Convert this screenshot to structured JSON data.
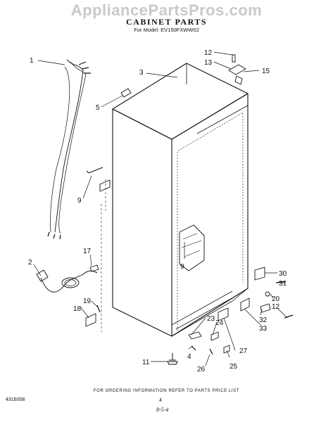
{
  "watermark": "AppliancePartsPros.com",
  "title": "CABINET PARTS",
  "subtitle": "For Model: EV150FXWW02",
  "callouts": [
    {
      "id": "c1",
      "label": "1"
    },
    {
      "id": "c2",
      "label": "2"
    },
    {
      "id": "c3",
      "label": "3"
    },
    {
      "id": "c4",
      "label": "4"
    },
    {
      "id": "c5",
      "label": "5"
    },
    {
      "id": "c9a",
      "label": "9"
    },
    {
      "id": "c9b",
      "label": "9"
    },
    {
      "id": "c11",
      "label": "11"
    },
    {
      "id": "c12a",
      "label": "12"
    },
    {
      "id": "c12b",
      "label": "12"
    },
    {
      "id": "c13",
      "label": "13"
    },
    {
      "id": "c15",
      "label": "15"
    },
    {
      "id": "c17",
      "label": "17"
    },
    {
      "id": "c18",
      "label": "18"
    },
    {
      "id": "c19",
      "label": "19"
    },
    {
      "id": "c20",
      "label": "20"
    },
    {
      "id": "c23",
      "label": "23"
    },
    {
      "id": "c24",
      "label": "24"
    },
    {
      "id": "c25",
      "label": "25"
    },
    {
      "id": "c26",
      "label": "26"
    },
    {
      "id": "c27",
      "label": "27"
    },
    {
      "id": "c30",
      "label": "30"
    },
    {
      "id": "c31",
      "label": "31"
    },
    {
      "id": "c32",
      "label": "32"
    },
    {
      "id": "c33",
      "label": "33"
    }
  ],
  "footer_note": "FOR ORDERING INFORMATION REFER TO PARTS PRICE LIST",
  "doc_number": "4316008",
  "page_number": "4",
  "handwritten": "8-5-4"
}
